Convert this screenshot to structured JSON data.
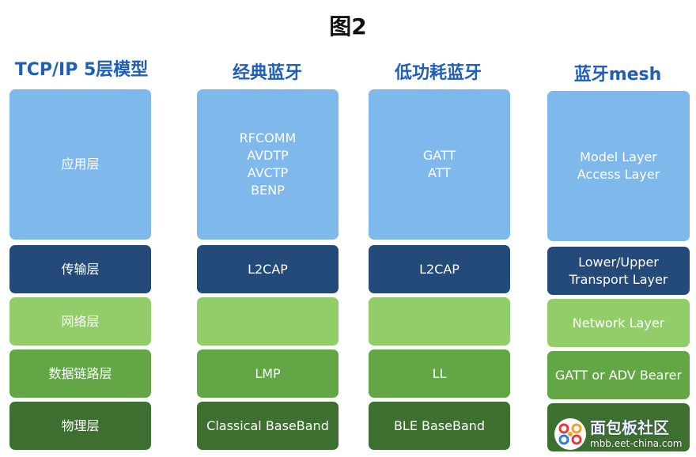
{
  "title": "图2",
  "columns": [
    {
      "title": "TCP/IP 5层模型",
      "layers": [
        {
          "lines": [
            "应用层"
          ]
        },
        {
          "lines": [
            "传输层"
          ]
        },
        {
          "lines": [
            "网络层"
          ]
        },
        {
          "lines": [
            "数据链路层"
          ]
        },
        {
          "lines": [
            "物理层"
          ]
        }
      ]
    },
    {
      "title": "经典蓝牙",
      "layers": [
        {
          "lines": [
            "RFCOMM",
            "AVDTP",
            "AVCTP",
            "BENP"
          ]
        },
        {
          "lines": [
            "L2CAP"
          ]
        },
        {
          "lines": []
        },
        {
          "lines": [
            "LMP"
          ]
        },
        {
          "lines": [
            "Classical BaseBand"
          ]
        }
      ]
    },
    {
      "title": "低功耗蓝牙",
      "layers": [
        {
          "lines": [
            "GATT",
            "ATT"
          ]
        },
        {
          "lines": [
            "L2CAP"
          ]
        },
        {
          "lines": []
        },
        {
          "lines": [
            "LL"
          ]
        },
        {
          "lines": [
            "BLE BaseBand"
          ]
        }
      ]
    },
    {
      "title": "蓝牙mesh",
      "layers": [
        {
          "lines": [
            "Model Layer",
            "Access Layer"
          ]
        },
        {
          "lines": [
            "Lower/Upper",
            "Transport Layer"
          ]
        },
        {
          "lines": [
            "Network Layer"
          ]
        },
        {
          "lines": [
            "GATT or ADV Bearer"
          ]
        },
        {
          "lines": []
        }
      ]
    }
  ],
  "watermark": {
    "name": "面包板社区",
    "url": "mbb.eet-china.com"
  },
  "colors": {
    "title_blue": "#1f5fb8",
    "light_blue": "#7fb9ec",
    "dark_blue": "#244a7a",
    "light_green": "#92cd6a",
    "mid_green": "#62a646",
    "dark_green": "#3d7030"
  }
}
